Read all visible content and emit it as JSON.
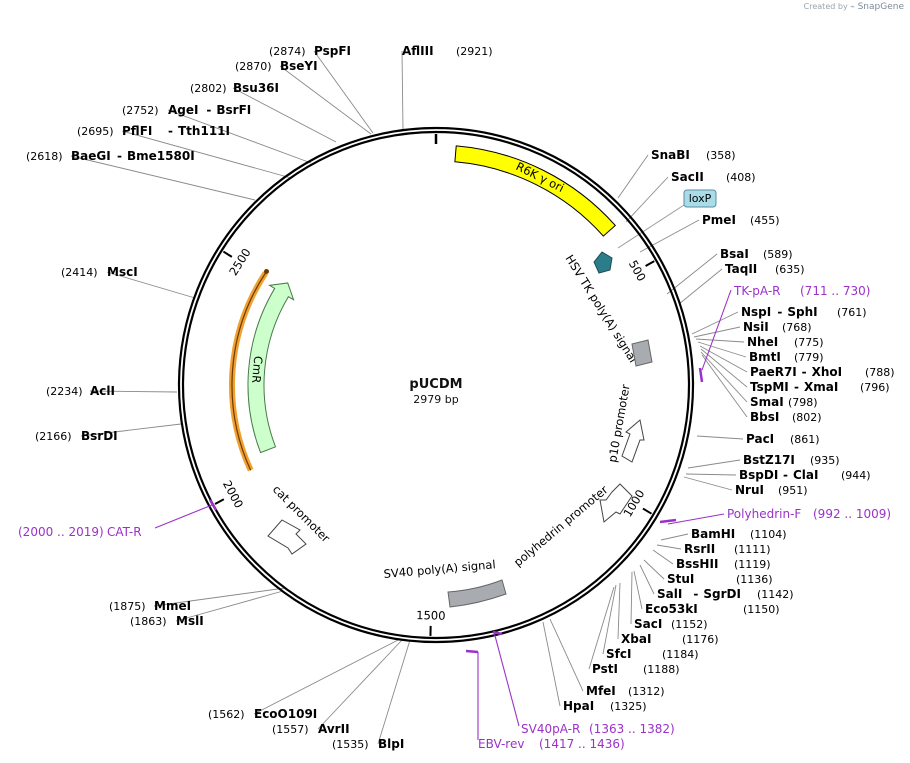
{
  "credit": {
    "text": "Created by",
    "brand": "SnapGene"
  },
  "plasmid": {
    "name": "pUCDM",
    "size_label": "2979 bp",
    "length": 2979
  },
  "colors": {
    "backbone": "#000000",
    "ori": "#ffff00",
    "cmr": "#ccffcc",
    "polyA": "#a8acb0",
    "loxp": "#a9dbe8",
    "hsv_site": "#2c7d8a",
    "primer": "#9b31c9",
    "orange_arc": "#f0a030"
  },
  "ticks": [
    {
      "label": "500",
      "pos": 500
    },
    {
      "label": "1000",
      "pos": 1000
    },
    {
      "label": "1500",
      "pos": 1500
    },
    {
      "label": "2000",
      "pos": 2000
    },
    {
      "label": "2500",
      "pos": 2500
    }
  ],
  "features": [
    {
      "name": "R6K γ ori",
      "start": 40,
      "end": 400,
      "type": "ori",
      "icon": "rectangle"
    },
    {
      "name": "loxP",
      "start": 420,
      "end": 455,
      "type": "loxp",
      "icon": "box"
    },
    {
      "name": "HSV TK poly(A) signal",
      "start": 470,
      "end": 500,
      "type": "terminator",
      "icon": "pentagon-arrow"
    },
    {
      "name": "p10 promoter",
      "start": 790,
      "end": 860,
      "type": "polyA",
      "icon": "rectangle"
    },
    {
      "name": "polyhedrin promoter",
      "start": 880,
      "end": 960,
      "type": "promoter",
      "icon": "open-arrow"
    },
    {
      "name": "SV40 poly(A) signal",
      "start": 1460,
      "end": 1630,
      "type": "polyA",
      "icon": "rectangle"
    },
    {
      "name": "cat promoter",
      "start": 1960,
      "end": 2030,
      "type": "promoter",
      "icon": "open-arrow"
    },
    {
      "name": "CmR",
      "start": 2060,
      "end": 2490,
      "type": "cds",
      "icon": "arrow"
    }
  ],
  "sites": [
    {
      "name": "SnaBI",
      "pos": "(358)"
    },
    {
      "name": "SacII",
      "pos": "(408)"
    },
    {
      "name": "PmeI",
      "pos": "(455)"
    },
    {
      "name": "BsaI",
      "pos": "(589)"
    },
    {
      "name": "TaqII",
      "pos": "(635)"
    },
    {
      "name": "NspI",
      "name2": "SphI",
      "pos": "(761)"
    },
    {
      "name": "NsiI",
      "pos": "(768)"
    },
    {
      "name": "NheI",
      "pos": "(775)"
    },
    {
      "name": "BmtI",
      "pos": "(779)"
    },
    {
      "name": "PaeR7I",
      "name2": "XhoI",
      "pos": "(788)"
    },
    {
      "name": "TspMI",
      "name2": "XmaI",
      "pos": "(796)"
    },
    {
      "name": "SmaI",
      "pos": "(798)"
    },
    {
      "name": "BbsI",
      "pos": "(802)"
    },
    {
      "name": "PacI",
      "pos": "(861)"
    },
    {
      "name": "BstZ17I",
      "pos": "(935)"
    },
    {
      "name": "BspDI",
      "name2": "ClaI",
      "pos": "(944)"
    },
    {
      "name": "NruI",
      "pos": "(951)"
    },
    {
      "name": "BamHI",
      "pos": "(1104)"
    },
    {
      "name": "RsrII",
      "pos": "(1111)"
    },
    {
      "name": "BssHII",
      "pos": "(1119)"
    },
    {
      "name": "StuI",
      "pos": "(1136)"
    },
    {
      "name": "SalI",
      "name2": "SgrDI",
      "pos": "(1142)"
    },
    {
      "name": "Eco53kI",
      "pos": "(1150)"
    },
    {
      "name": "SacI",
      "pos": "(1152)"
    },
    {
      "name": "XbaI",
      "pos": "(1176)"
    },
    {
      "name": "SfcI",
      "pos": "(1184)"
    },
    {
      "name": "PstI",
      "pos": "(1188)"
    },
    {
      "name": "MfeI",
      "pos": "(1312)"
    },
    {
      "name": "HpaI",
      "pos": "(1325)"
    },
    {
      "name": "BlpI",
      "pos": "(1535)"
    },
    {
      "name": "AvrII",
      "pos": "(1557)"
    },
    {
      "name": "EcoO109I",
      "pos": "(1562)"
    },
    {
      "name": "MslI",
      "pos": "(1863)"
    },
    {
      "name": "MmeI",
      "pos": "(1875)"
    },
    {
      "name": "BsrDI",
      "pos": "(2166)"
    },
    {
      "name": "AclI",
      "pos": "(2234)"
    },
    {
      "name": "MscI",
      "pos": "(2414)"
    },
    {
      "name": "BaeGI",
      "name2": "Bme1580I",
      "pos": "(2618)"
    },
    {
      "name": "PflFI",
      "name2": "Tth111I",
      "pos": "(2695)"
    },
    {
      "name": "AgeI",
      "name2": "BsrFI",
      "pos": "(2752)"
    },
    {
      "name": "Bsu36I",
      "pos": "(2802)"
    },
    {
      "name": "BseYI",
      "pos": "(2870)"
    },
    {
      "name": "PspFI",
      "pos": "(2874)"
    },
    {
      "name": "AflIII",
      "pos": "(2921)"
    }
  ],
  "primers": [
    {
      "name": "TK-pA-R",
      "range": "(711 .. 730)"
    },
    {
      "name": "Polyhedrin-F",
      "range": "(992 .. 1009)"
    },
    {
      "name": "SV40pA-R",
      "range": "(1363 .. 1382)"
    },
    {
      "name": "EBV-rev",
      "range": "(1417 .. 1436)"
    },
    {
      "name": "CAT-R",
      "range": "(2000 .. 2019)"
    }
  ]
}
